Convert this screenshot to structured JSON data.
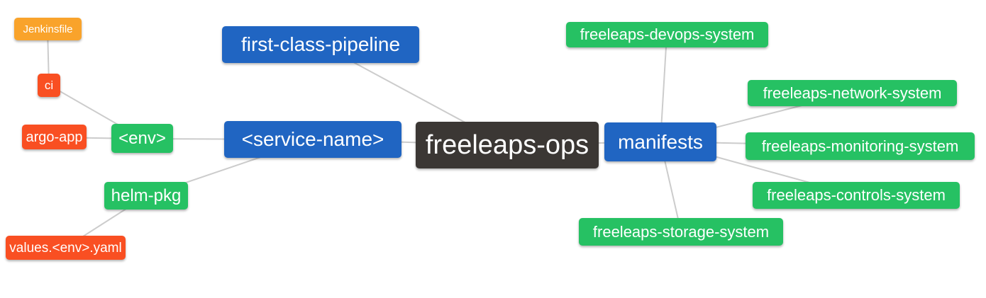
{
  "palette": {
    "blue": "#2065c2",
    "green": "#26c163",
    "red_orange": "#f94f22",
    "amber": "#f9a32b",
    "dark": "#3b3734",
    "edge_gray": "#cccccc",
    "node_text": "#ffffff",
    "background": "#ffffff"
  },
  "nodes": {
    "jenkinsfile": {
      "label": "Jenkinsfile",
      "color": "#f9a32b"
    },
    "ci": {
      "label": "ci",
      "color": "#f94f22"
    },
    "argo_app": {
      "label": "argo-app",
      "color": "#f94f22"
    },
    "env": {
      "label": "<env>",
      "color": "#26c163"
    },
    "helm_pkg": {
      "label": "helm-pkg",
      "color": "#26c163"
    },
    "values_env_yaml": {
      "label": "values.<env>.yaml",
      "color": "#f94f22"
    },
    "first_class_pipeline": {
      "label": "first-class-pipeline",
      "color": "#2065c2"
    },
    "service_name": {
      "label": "<service-name>",
      "color": "#2065c2"
    },
    "freeleaps_ops": {
      "label": "freeleaps-ops",
      "color": "#3b3734"
    },
    "manifests": {
      "label": "manifests",
      "color": "#2065c2"
    },
    "devops_system": {
      "label": "freeleaps-devops-system",
      "color": "#26c163"
    },
    "network_system": {
      "label": "freeleaps-network-system",
      "color": "#26c163"
    },
    "monitoring_system": {
      "label": "freeleaps-monitoring-system",
      "color": "#26c163"
    },
    "controls_system": {
      "label": "freeleaps-controls-system",
      "color": "#26c163"
    },
    "storage_system": {
      "label": "freeleaps-storage-system",
      "color": "#26c163"
    }
  },
  "edges": [
    {
      "from": "Jenkinsfile",
      "to": "ci"
    },
    {
      "from": "ci",
      "to": "<env>"
    },
    {
      "from": "argo-app",
      "to": "<env>"
    },
    {
      "from": "<env>",
      "to": "<service-name>"
    },
    {
      "from": "helm-pkg",
      "to": "<service-name>"
    },
    {
      "from": "values.<env>.yaml",
      "to": "helm-pkg"
    },
    {
      "from": "first-class-pipeline",
      "to": "freeleaps-ops"
    },
    {
      "from": "<service-name>",
      "to": "freeleaps-ops"
    },
    {
      "from": "freeleaps-ops",
      "to": "manifests"
    },
    {
      "from": "manifests",
      "to": "freeleaps-devops-system"
    },
    {
      "from": "manifests",
      "to": "freeleaps-network-system"
    },
    {
      "from": "manifests",
      "to": "freeleaps-monitoring-system"
    },
    {
      "from": "manifests",
      "to": "freeleaps-controls-system"
    },
    {
      "from": "manifests",
      "to": "freeleaps-storage-system"
    }
  ]
}
